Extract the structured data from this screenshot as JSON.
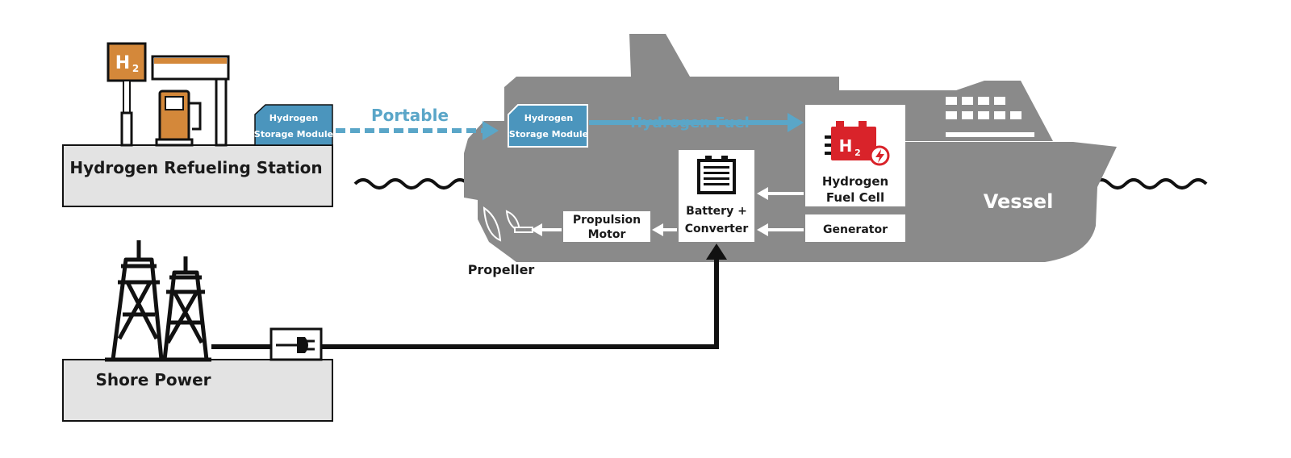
{
  "stations": {
    "refueling": {
      "label": "Hydrogen Refueling Station",
      "sign": "H",
      "sign_sub": "2"
    },
    "shore": {
      "label": "Shore Power"
    }
  },
  "storage_modules": {
    "station": {
      "line1": "Hydrogen",
      "line2": "Storage Module"
    },
    "vessel": {
      "line1": "Hydrogen",
      "line2": "Storage Module"
    }
  },
  "flows": {
    "portable": "Portable",
    "hydrogen_fuel": "Hydrogen Fuel"
  },
  "vessel": {
    "label": "Vessel",
    "propeller": "Propeller",
    "propulsion_motor": {
      "line1": "Propulsion",
      "line2": "Motor"
    },
    "battery": {
      "line1": "Battery +",
      "line2": "Converter"
    },
    "fuel_cell": {
      "line1": "Hydrogen",
      "line2": "Fuel Cell",
      "icon_h": "H",
      "icon_sub": "2"
    },
    "generator": "Generator"
  },
  "colors": {
    "ship": "#8a8a8a",
    "ground": "#e3e3e3",
    "hydrogen_blue": "#4b95bd",
    "flow_blue": "#5aa6c8",
    "sign_orange": "#d4883a",
    "fuel_cell_red": "#d9232a"
  }
}
